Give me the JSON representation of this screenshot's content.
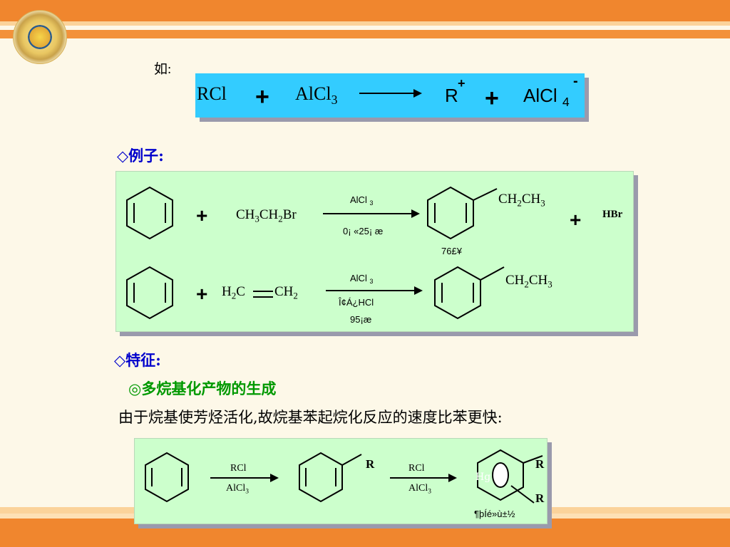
{
  "intro_label": "如:",
  "equation": {
    "rcl": "RCl",
    "alcl3_main": "AlCl",
    "alcl3_sub": "3",
    "r": "R",
    "r_charge": "+",
    "alcl4_main": "AlCl",
    "alcl4_sub": "4",
    "alcl4_charge": "-",
    "plus": "+"
  },
  "examples_heading": "◇例子:",
  "example1": {
    "plus": "+",
    "reagent_a": "CH",
    "reagent_a_sub1": "3",
    "reagent_b": "CH",
    "reagent_b_sub2": "2",
    "reagent_c": "Br",
    "catalyst": "AlCl",
    "catalyst_sub": "3",
    "condition": "0¡ «25¡ æ",
    "product_a": "CH",
    "product_sub1": "2",
    "product_b": "CH",
    "product_sub2": "3",
    "byproduct_plus": "+",
    "byproduct": "HBr",
    "yield": "76£¥"
  },
  "example2": {
    "plus": "+",
    "reagent_a": "H",
    "reagent_sub1": "2",
    "reagent_b": "C",
    "reagent_c": "CH",
    "reagent_sub2": "2",
    "catalyst": "AlCl",
    "catalyst_sub": "3",
    "condition": "Î¢Á¿HCl",
    "yield": "95¡æ",
    "product_a": "CH",
    "product_sub1": "2",
    "product_b": "CH",
    "product_sub2": "3"
  },
  "features_heading": "◇特征:",
  "feature_point": "◎多烷基化产物的生成",
  "feature_text": "由于烷基使芳烃活化,故烷基苯起烷化反应的速度比苯更快:",
  "example3": {
    "step1_reagent": "RCl",
    "step1_catalyst": "AlCl",
    "step1_catalyst_sub": "3",
    "intermediate_group": "R",
    "step2_reagent": "RCl",
    "step2_catalyst": "AlCl",
    "step2_catalyst_sub": "3",
    "product_group_top": "R",
    "product_group_bottom": "R",
    "product_overlay": "Hg",
    "product_note": "¶þÍé»ù±½"
  },
  "colors": {
    "eq_box": "#33ccff",
    "panel": "#ccffcc",
    "heading_blue": "#0000cc",
    "heading_green": "#009900",
    "orange": "#f0862e"
  }
}
